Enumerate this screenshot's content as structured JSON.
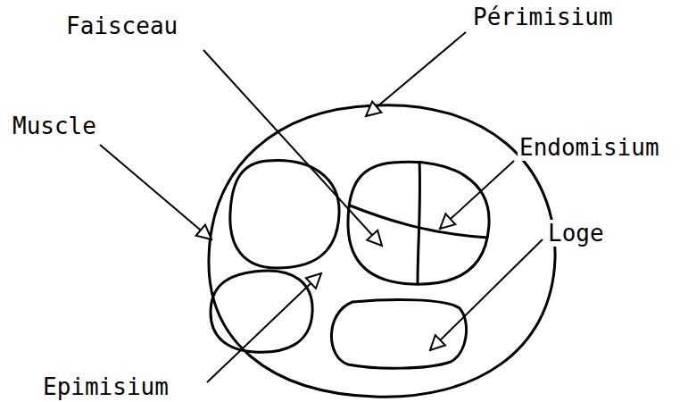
{
  "diagram": {
    "labels": [
      "Périmisium",
      "Faisceau",
      "Muscle",
      "Endomisium",
      "Loge",
      "Epimisium"
    ]
  }
}
